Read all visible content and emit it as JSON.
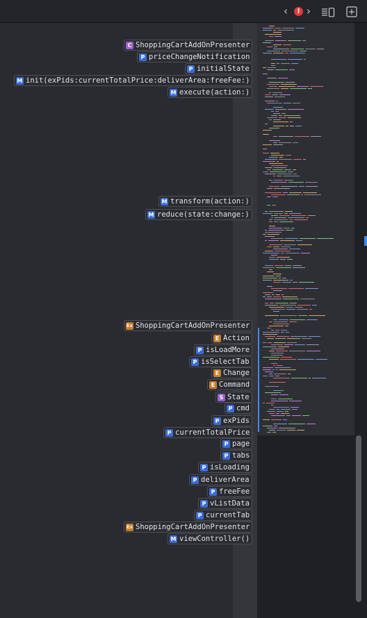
{
  "toolbar": {
    "back_glyph": "‹",
    "forward_glyph": "›",
    "error_glyph": "!",
    "list_icon_name": "list-lines-icon",
    "add_editor_icon_name": "add-editor-icon"
  },
  "colors": {
    "class_badge": "#9c5fcf",
    "property_badge": "#3b6cd8",
    "method_badge": "#3b6cd8",
    "extension_badge": "#c77d2d",
    "enum_badge": "#c77d2d",
    "struct_badge": "#9c5fcf",
    "error": "#e0383e",
    "accent": "#3c8cf0"
  },
  "symbols": [
    {
      "badge": "C",
      "kind": "class",
      "label": "ShoppingCartAddOnPresenter"
    },
    {
      "badge": "P",
      "kind": "property",
      "label": "priceChangeNotification"
    },
    {
      "badge": "P",
      "kind": "property",
      "label": "initialState"
    },
    {
      "badge": "M",
      "kind": "method",
      "label": "init(exPids:currentTotalPrice:deliverArea:freeFee:)"
    },
    {
      "badge": "M",
      "kind": "method",
      "label": "execute(action:)"
    },
    {
      "badge": "M",
      "kind": "method",
      "label": "transform(action:)"
    },
    {
      "badge": "M",
      "kind": "method",
      "label": "reduce(state:change:)"
    },
    {
      "badge": "Ex",
      "kind": "extension",
      "label": "ShoppingCartAddOnPresenter"
    },
    {
      "badge": "E",
      "kind": "enum",
      "label": "Action"
    },
    {
      "badge": "P",
      "kind": "property",
      "label": "isLoadMore"
    },
    {
      "badge": "P",
      "kind": "property",
      "label": "isSelectTab"
    },
    {
      "badge": "E",
      "kind": "enum",
      "label": "Change"
    },
    {
      "badge": "E",
      "kind": "enum",
      "label": "Command"
    },
    {
      "badge": "S",
      "kind": "struct",
      "label": "State"
    },
    {
      "badge": "P",
      "kind": "property",
      "label": "cmd"
    },
    {
      "badge": "P",
      "kind": "property",
      "label": "exPids"
    },
    {
      "badge": "P",
      "kind": "property",
      "label": "currentTotalPrice"
    },
    {
      "badge": "P",
      "kind": "property",
      "label": "page"
    },
    {
      "badge": "P",
      "kind": "property",
      "label": "tabs"
    },
    {
      "badge": "P",
      "kind": "property",
      "label": "isLoading"
    },
    {
      "badge": "P",
      "kind": "property",
      "label": "deliverArea"
    },
    {
      "badge": "P",
      "kind": "property",
      "label": "freeFee"
    },
    {
      "badge": "P",
      "kind": "property",
      "label": "vListData"
    },
    {
      "badge": "P",
      "kind": "property",
      "label": "currentTab"
    },
    {
      "badge": "Ex",
      "kind": "extension",
      "label": "ShoppingCartAddOnPresenter"
    },
    {
      "badge": "M",
      "kind": "method",
      "label": "viewController()"
    }
  ]
}
